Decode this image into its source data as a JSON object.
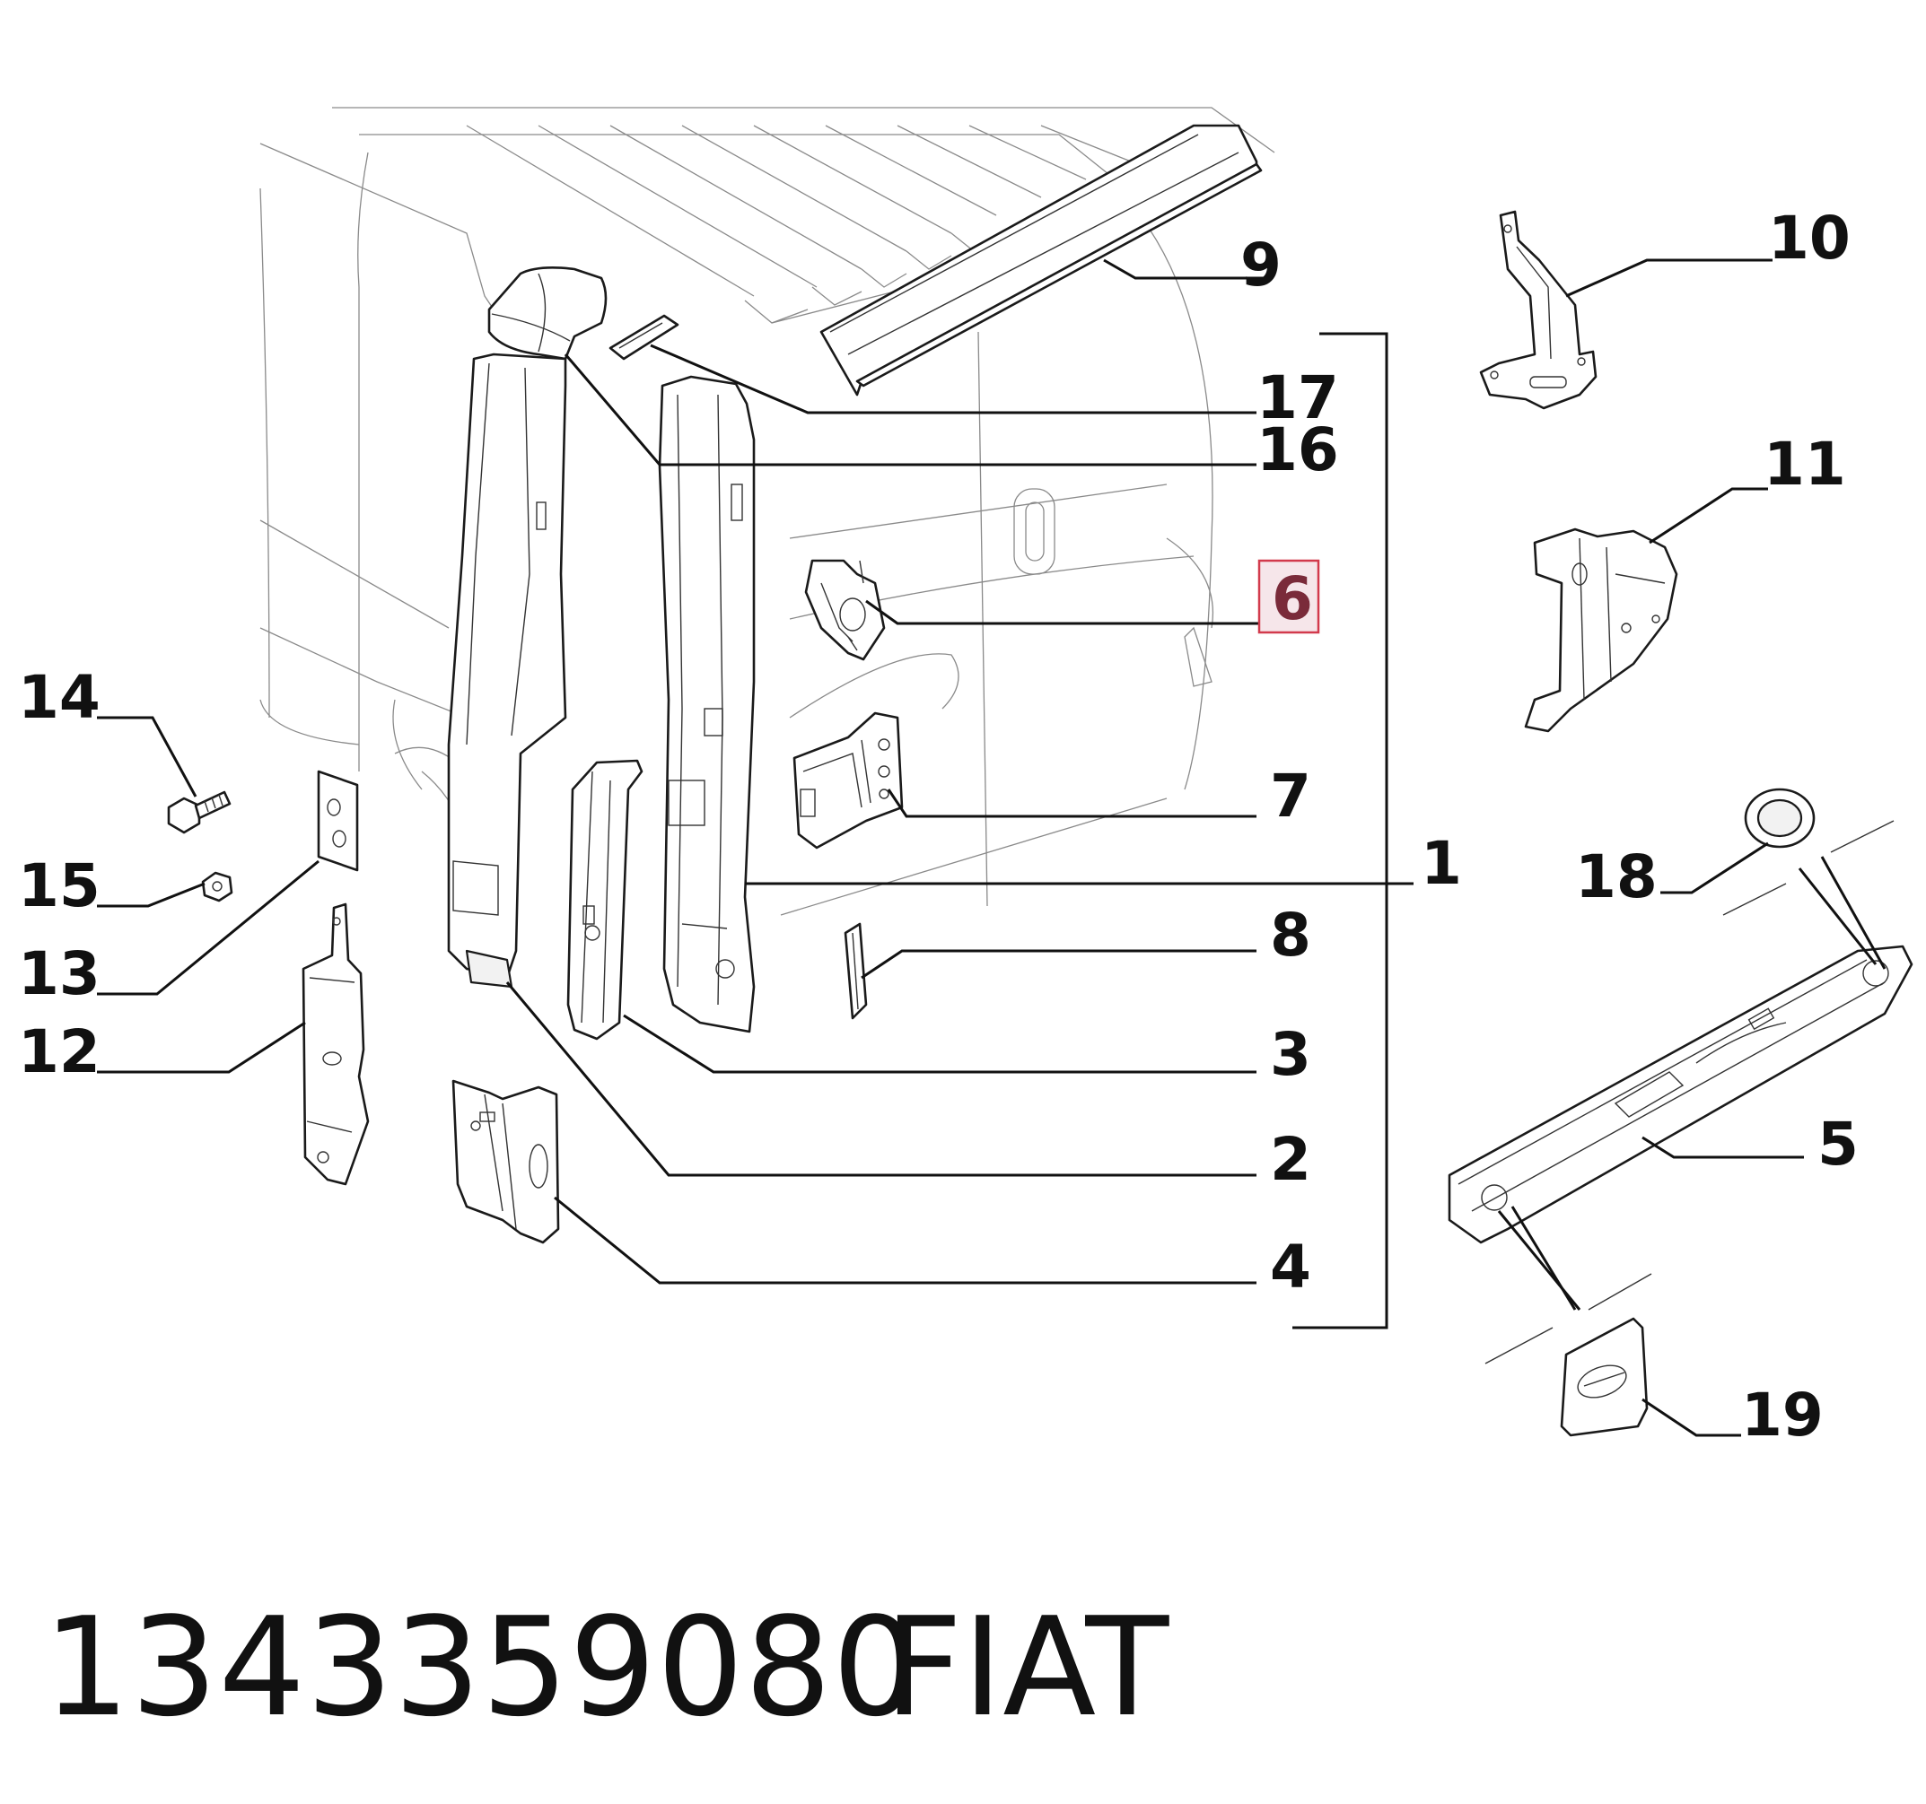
{
  "callouts": [
    {
      "id": "1",
      "label": "1"
    },
    {
      "id": "2",
      "label": "2"
    },
    {
      "id": "3",
      "label": "3"
    },
    {
      "id": "4",
      "label": "4"
    },
    {
      "id": "5",
      "label": "5"
    },
    {
      "id": "6",
      "label": "6",
      "highlighted": true
    },
    {
      "id": "7",
      "label": "7"
    },
    {
      "id": "8",
      "label": "8"
    },
    {
      "id": "9",
      "label": "9"
    },
    {
      "id": "10",
      "label": "10"
    },
    {
      "id": "11",
      "label": "11"
    },
    {
      "id": "12",
      "label": "12"
    },
    {
      "id": "13",
      "label": "13"
    },
    {
      "id": "14",
      "label": "14"
    },
    {
      "id": "15",
      "label": "15"
    },
    {
      "id": "16",
      "label": "16"
    },
    {
      "id": "17",
      "label": "17"
    },
    {
      "id": "18",
      "label": "18"
    },
    {
      "id": "19",
      "label": "19"
    }
  ],
  "footer": {
    "part_number": "1343359080",
    "brand": "FIAT"
  },
  "colors": {
    "highlight_fill": "#f6e6ea",
    "highlight_border": "#d23a4c",
    "highlight_text": "#7a2b3a"
  }
}
